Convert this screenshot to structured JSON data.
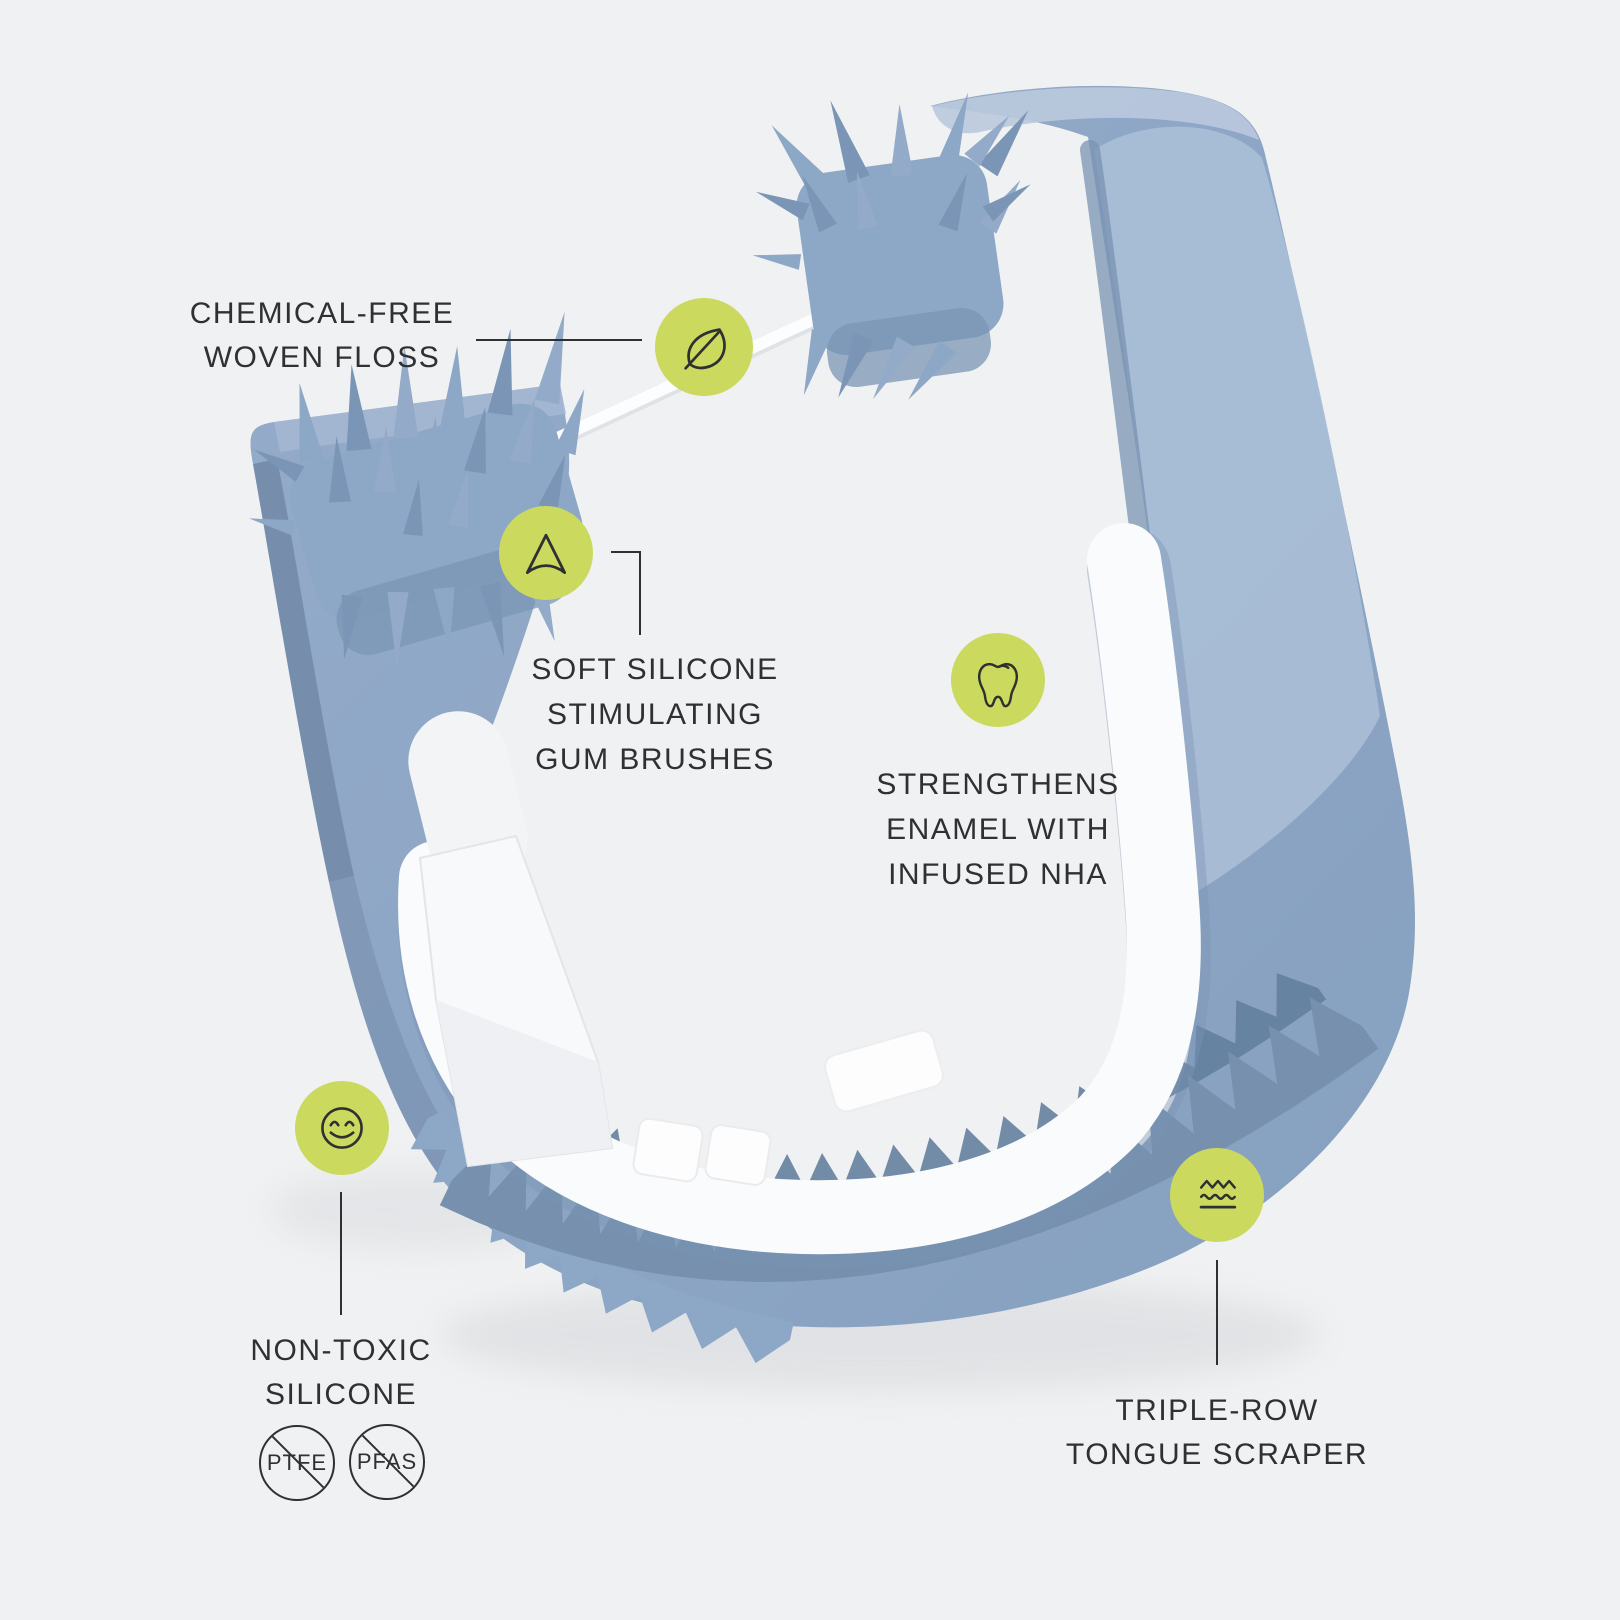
{
  "colors": {
    "background": "#f0f1f2",
    "text": "#2f3031",
    "accent_green": "#cbd95f",
    "product_blue": "#8da7c6",
    "product_blue_light": "#a9bdd6",
    "product_blue_dark": "#7690ae",
    "product_white": "#fafbfc"
  },
  "callouts": {
    "floss": {
      "line1": "CHEMICAL-FREE",
      "line2": "WOVEN FLOSS",
      "icon": "leaf-icon"
    },
    "gum_brushes": {
      "line1": "SOFT SILICONE",
      "line2": "STIMULATING",
      "line3": "GUM BRUSHES",
      "icon": "arrow-icon"
    },
    "enamel": {
      "line1": "STRENGTHENS",
      "line2": "ENAMEL WITH",
      "line3": "INFUSED NHA",
      "icon": "tooth-icon"
    },
    "silicone": {
      "line1": "NON-TOXIC",
      "line2": "SILICONE",
      "icon": "smiley-icon",
      "badges": [
        "PTFE",
        "PFAS"
      ]
    },
    "tongue_scraper": {
      "line1": "TRIPLE-ROW",
      "line2": "TONGUE SCRAPER",
      "icon": "waves-icon"
    }
  }
}
